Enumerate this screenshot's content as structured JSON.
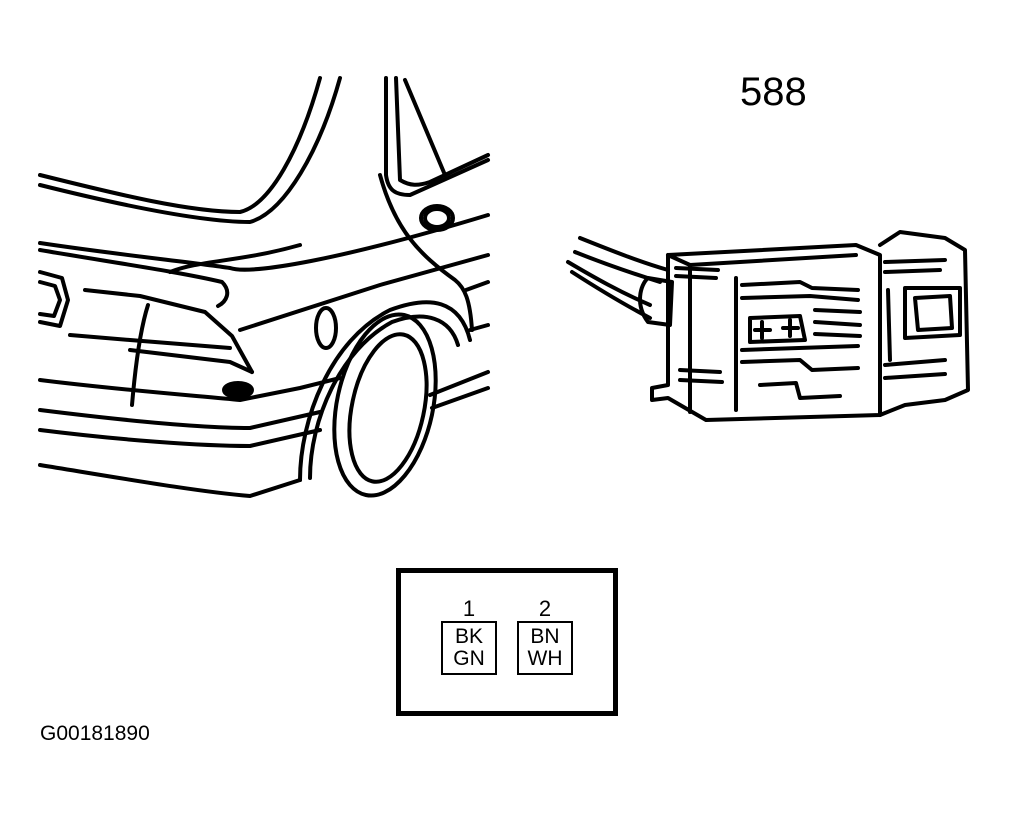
{
  "connector": {
    "number": "588"
  },
  "figure_id": "G00181890",
  "pins": [
    {
      "number": "1",
      "color_top": "BK",
      "color_bottom": "GN"
    },
    {
      "number": "2",
      "color_top": "BN",
      "color_bottom": "WH"
    }
  ]
}
